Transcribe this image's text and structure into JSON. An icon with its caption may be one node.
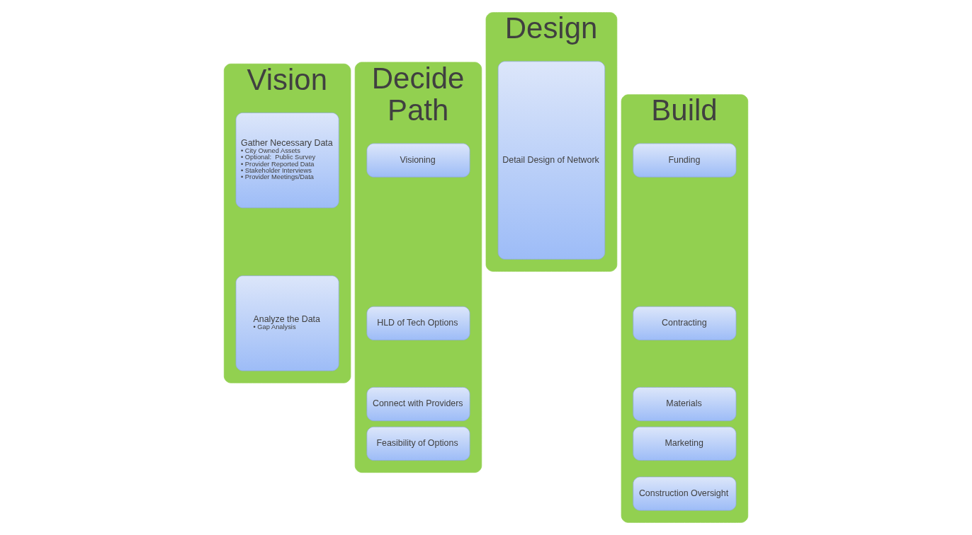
{
  "diagram": {
    "nodes": [
      {
        "text": [
          "Vision"
        ]
      },
      {
        "text": [
          "Gather Necessary Data",
          "• City Owned Assets",
          "• Optional:  Public Survey",
          "• Provider Reported Data",
          "• Stakeholder Interviews",
          "• Provider Meetings/Data"
        ],
        "in": 0
      },
      {
        "text": [
          "Analyze the Data",
          "• Gap Analysis"
        ],
        "in": 0
      },
      {
        "text": [
          "Decide Path"
        ]
      },
      {
        "text": [
          "Visioning"
        ],
        "in": 3
      },
      {
        "text": [
          "HLD of Tech Options"
        ],
        "in": 3
      },
      {
        "text": [
          "Connect with Providers"
        ],
        "in": 3
      },
      {
        "text": [
          "Feasibility of Options"
        ],
        "in": 3
      },
      {
        "text": [
          "Design"
        ]
      },
      {
        "text": [
          "Detail Design of Network"
        ],
        "in": 8
      },
      {
        "text": [
          "Build"
        ]
      },
      {
        "text": [
          "Funding"
        ],
        "in": 10
      },
      {
        "text": [
          "Contracting"
        ],
        "in": 10
      },
      {
        "text": [
          "Materials"
        ],
        "in": 10
      },
      {
        "text": [
          "Marketing"
        ],
        "in": 10
      },
      {
        "text": [
          "Construction Oversight"
        ],
        "in": 10
      }
    ]
  }
}
